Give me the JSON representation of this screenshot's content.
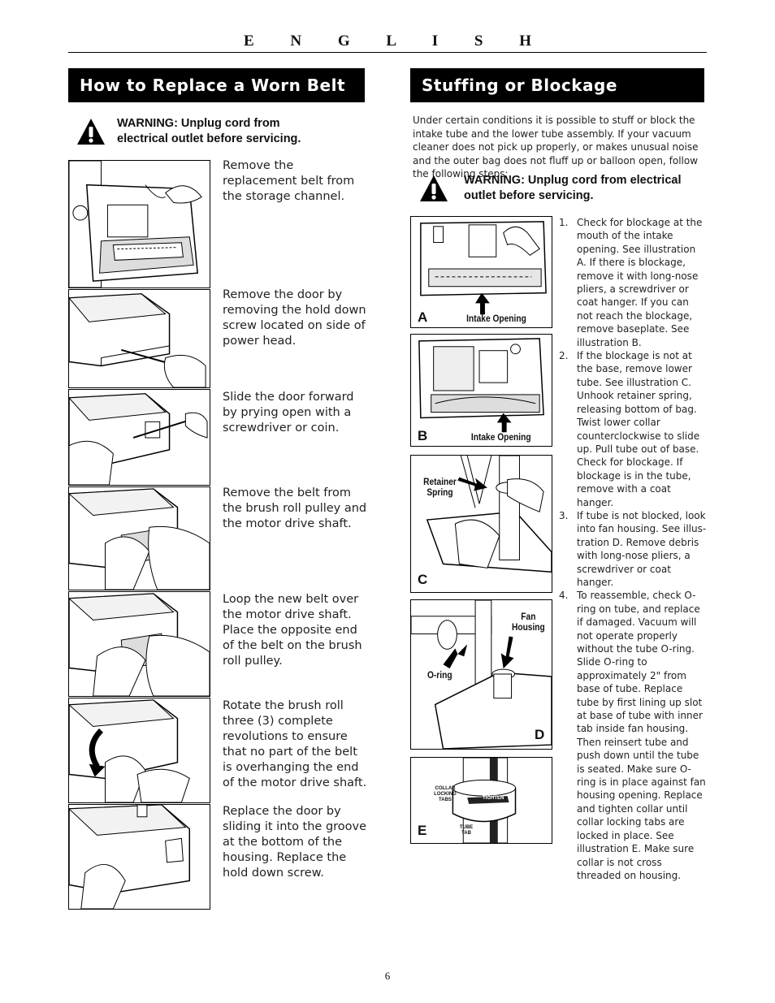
{
  "header": {
    "language": "E N G L I S H"
  },
  "left": {
    "title": "How to Replace a Worn Belt",
    "warning": "WARNING: Unplug cord from electrical outlet before servicing.",
    "steps": [
      "Remove the replacement belt from the storage channel.",
      "Remove the door by removing the hold down screw located on side of power head.",
      "Slide the door forward by prying open with a screwdriver or coin.",
      "Remove the belt from the brush roll pulley and the motor drive shaft.",
      "Loop the new belt over the motor drive shaft. Place the opposite end of the belt on the brush roll pulley.",
      "Rotate the brush roll three (3) complete revolutions to ensure that no part of the belt is overhanging the end of the motor drive shaft.",
      "Replace the door by sliding it into the groove at the bottom of the housing. Replace the hold down screw."
    ]
  },
  "right": {
    "title": "Stuffing or Blockage",
    "intro": "Under certain conditions it is possible to stuff or block the intake tube and the lower tube assembly. If your vacuum cleaner does not pick up properly, or makes unusual noise and the outer bag does not fluff up or balloon open, follow the following steps:",
    "warning": "WARNING: Unplug cord from electrical outlet before servicing.",
    "illustrations": {
      "a": {
        "letter": "A",
        "label": "Intake Opening"
      },
      "b": {
        "letter": "B",
        "label": "Intake Opening"
      },
      "c": {
        "letter": "C",
        "label": "Retainer Spring"
      },
      "d": {
        "letter": "D",
        "label_fan": "Fan Housing",
        "label_oring": "O-ring"
      },
      "e": {
        "letter": "E",
        "label_collar": "COLLAR LOCKING TABS",
        "label_tube": "TUBE TAB",
        "label_tighten": "TIGHTEN"
      }
    },
    "steps": [
      {
        "num": "1.",
        "text": "Check for blockage at the mouth of the intake opening. See illustration A. If there is blockage, remove it with long-nose pliers, a screwdriver or coat hanger. If you can not reach the blockage, remove baseplate. See illustration B."
      },
      {
        "num": "2.",
        "text": "If the blockage is not at the base, remove lower tube. See illustration C. Unhook retainer spring, releasing bottom of bag. Twist lower collar counterclockwise to slide up. Pull tube out of base. Check for blockage. If blockage is in the tube, remove with a coat hanger."
      },
      {
        "num": "3.",
        "text": "If tube is not blocked, look into fan housing. See illus-tration D. Remove debris with long-nose pliers, a screwdriver or coat hanger."
      },
      {
        "num": "4.",
        "text": "To reassemble, check O-ring on tube, and replace if damaged. Vacuum will not operate properly without the tube O-ring. Slide O-ring to approximately 2\" from base of tube. Replace tube by first lining up slot at base of tube with inner tab inside fan housing. Then reinsert tube and push down until the tube is seated. Make sure O-ring is in place against fan housing opening. Replace and tighten collar until collar locking tabs are locked in place. See illustration E. Make sure collar is not cross threaded on housing."
      }
    ]
  },
  "footer": {
    "page_number": "6"
  }
}
